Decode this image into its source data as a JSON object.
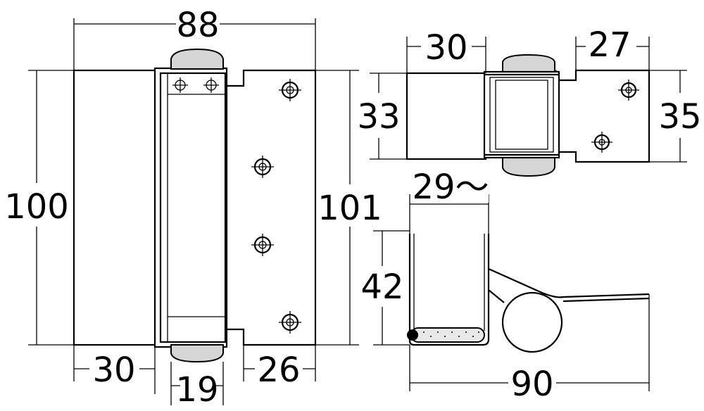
{
  "front_view": {
    "width_label": "88",
    "height_left_label": "100",
    "height_right_label": "101",
    "bottom_left_label": "30",
    "bottom_mid_label": "19",
    "bottom_right_label": "26"
  },
  "top_view": {
    "left_label": "30",
    "right_label": "27",
    "left_height_label": "33",
    "right_height_label": "35"
  },
  "end_view": {
    "gap_label": "29～",
    "height_label": "42",
    "width_label": "90"
  }
}
